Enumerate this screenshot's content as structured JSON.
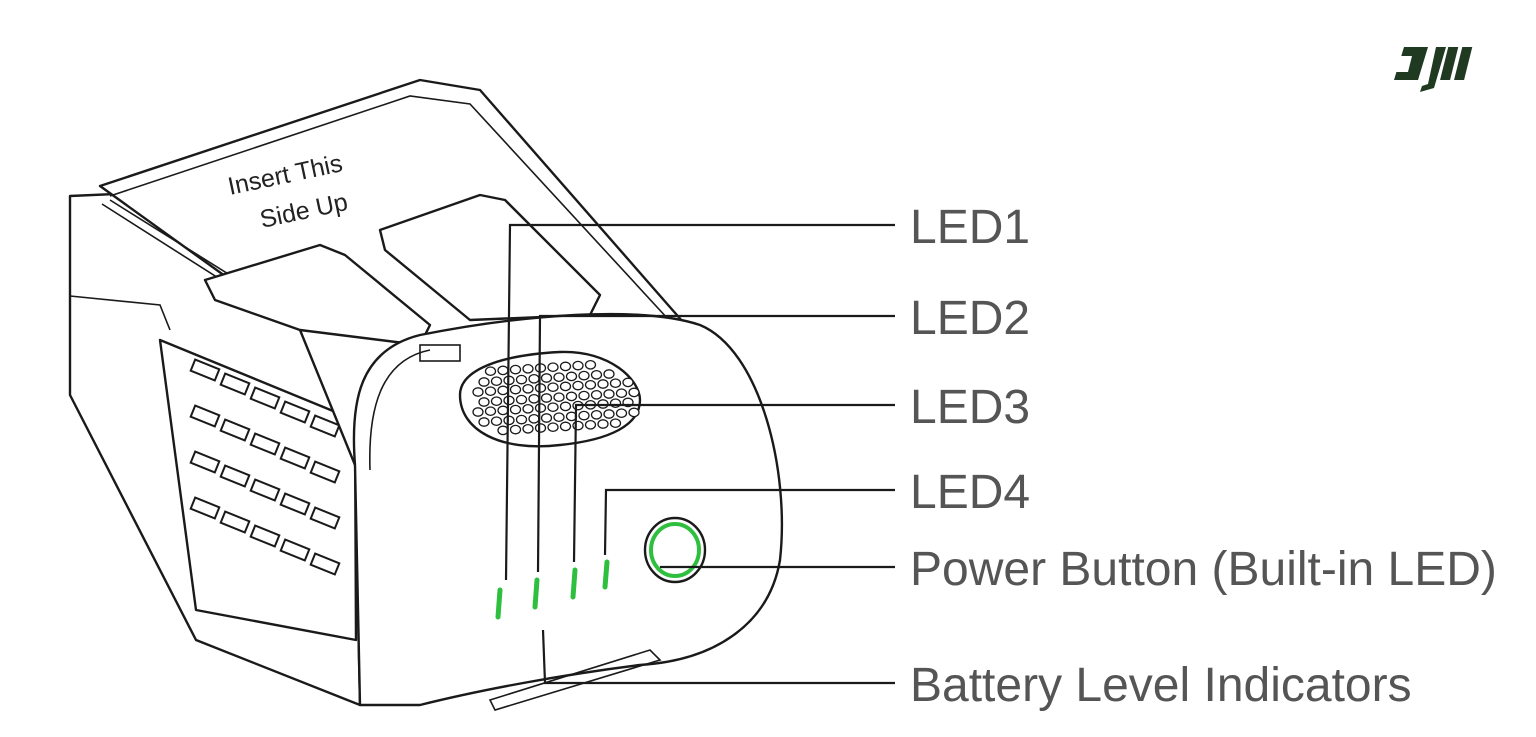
{
  "brand": {
    "logo_text": "dji",
    "logo_color": "#1f3a20"
  },
  "battery": {
    "top_label_line1": "Insert This",
    "top_label_line2": "Side Up"
  },
  "callouts": [
    {
      "id": "led1",
      "label": "LED1"
    },
    {
      "id": "led2",
      "label": "LED2"
    },
    {
      "id": "led3",
      "label": "LED3"
    },
    {
      "id": "led4",
      "label": "LED4"
    },
    {
      "id": "power-button",
      "label": "Power Button (Built-in LED)"
    },
    {
      "id": "battery-level",
      "label": "Battery Level Indicators"
    }
  ],
  "colors": {
    "led_green": "#2fbf3f",
    "outline": "#1a1a1a",
    "label_text": "#555555"
  },
  "icons": [
    "dji-logo-icon",
    "power-button-icon",
    "led-indicator-icon"
  ]
}
